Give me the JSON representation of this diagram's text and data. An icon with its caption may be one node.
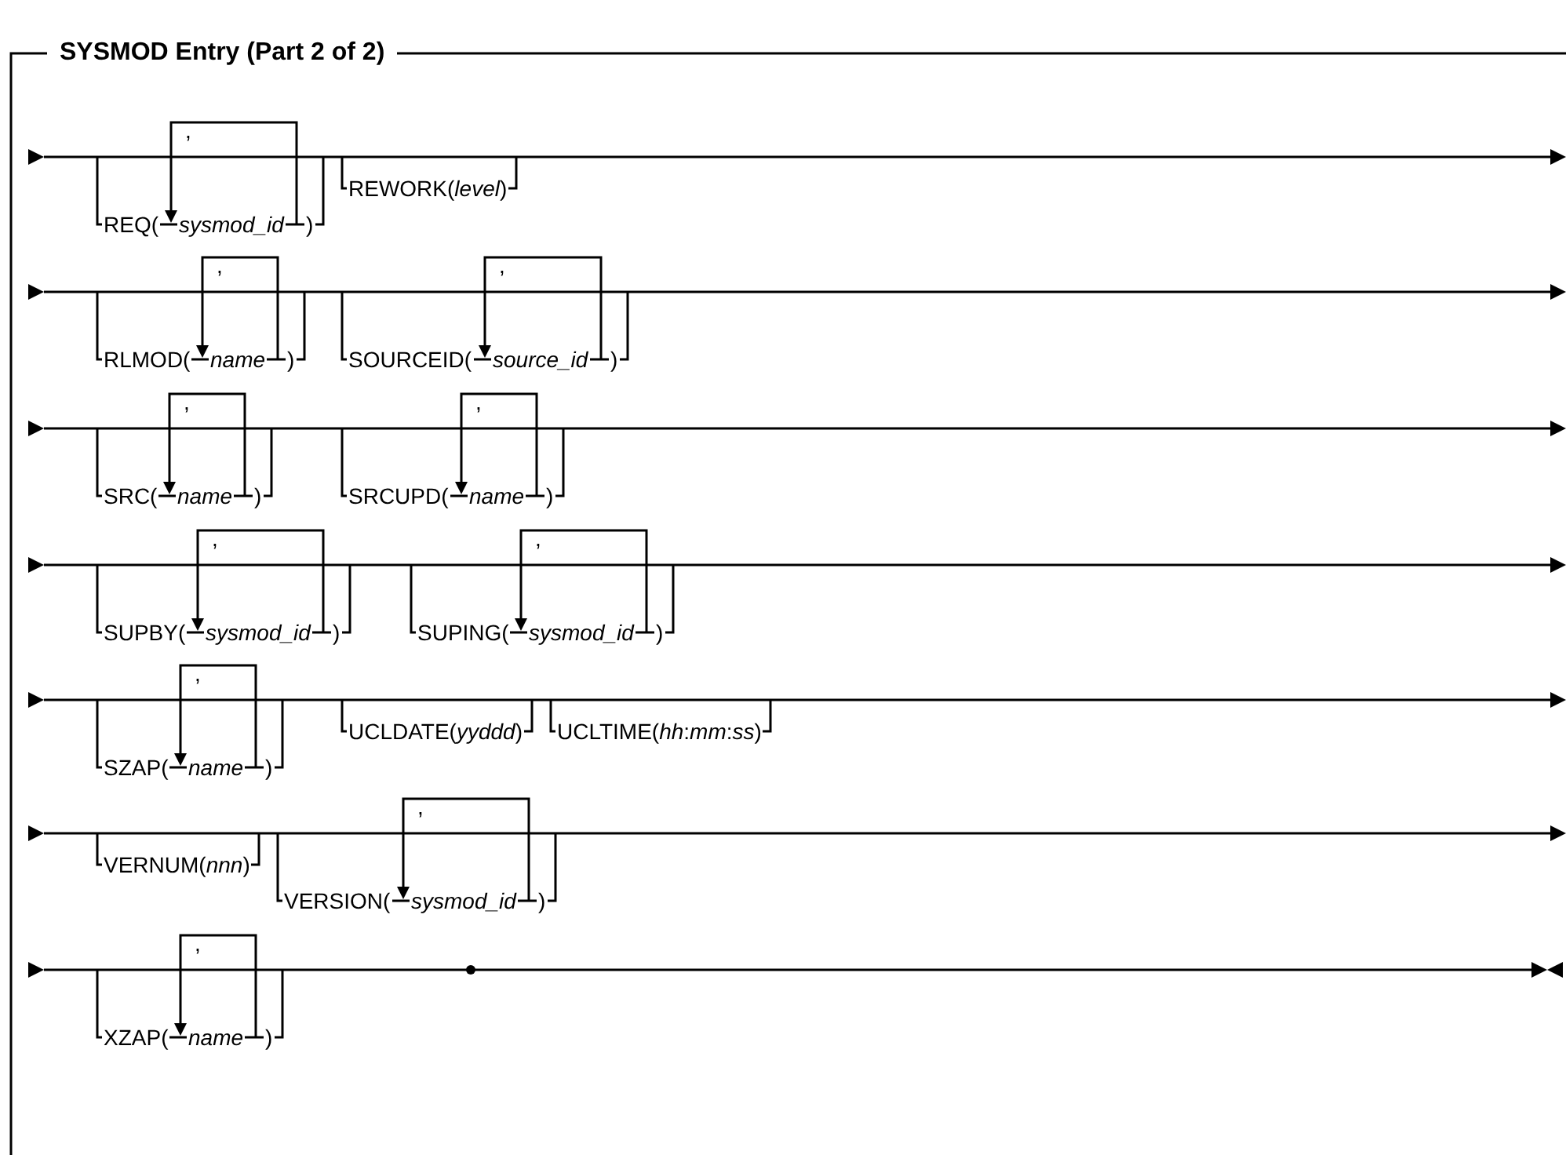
{
  "diagram": {
    "title": "SYSMOD Entry (Part 2 of 2)",
    "labels": [
      "REQ(",
      ",",
      "sysmod_id",
      ")",
      "REWORK(*level*)",
      "RLMOD(",
      ",",
      "name",
      ")",
      "SOURCEID(",
      ",",
      "source_id",
      ")",
      "SRC(",
      ",",
      "name",
      ")",
      "SRCUPD(",
      ",",
      "name",
      ")",
      "SUPBY(",
      ",",
      "sysmod_id",
      ")",
      "SUPING(",
      ",",
      "sysmod_id",
      ")",
      "SZAP(",
      ",",
      "name",
      ")",
      "UCLDATE(*yyddd*)",
      "UCLTIME(*hh*:*mm*:*ss*)",
      "VERNUM(*nnn*)",
      "VERSION(",
      ",",
      "sysmod_id",
      ")",
      "XZAP(",
      ",",
      "name",
      ")"
    ]
  }
}
